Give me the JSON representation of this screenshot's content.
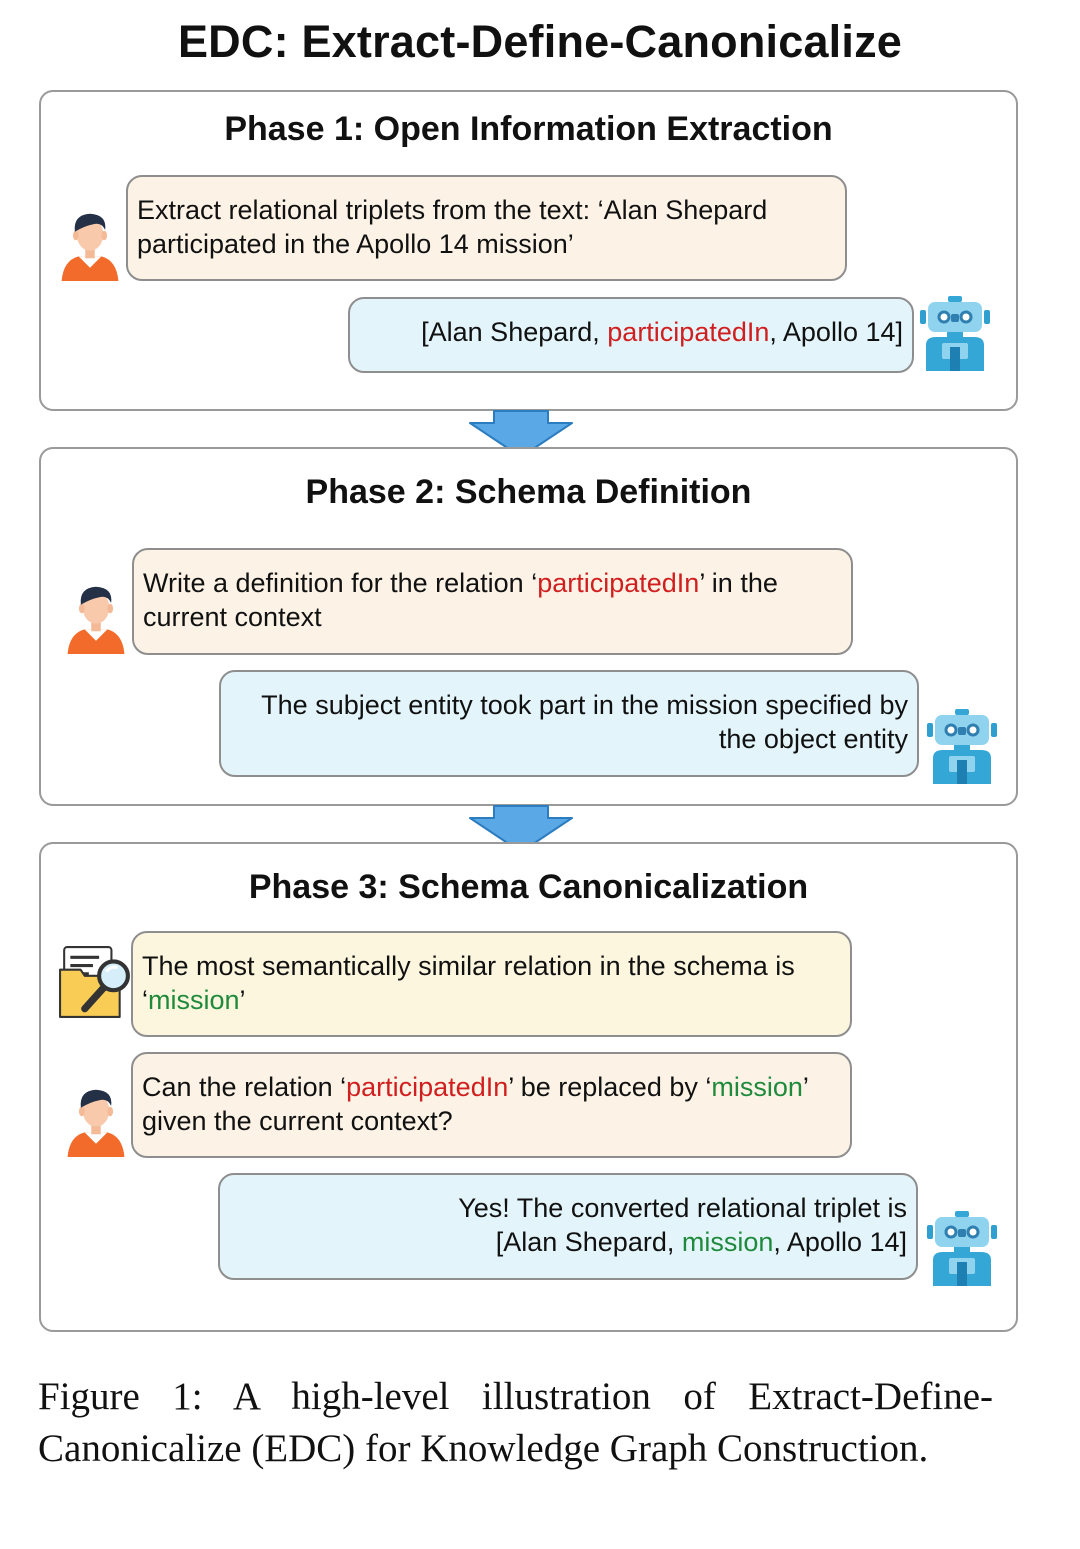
{
  "title": "EDC: Extract-Define-Canonicalize",
  "phase1": {
    "title": "Phase 1: Open Information Extraction",
    "user_msg": "Extract relational triplets from the text: ‘Alan Shepard participated in the Apollo 14 mission’",
    "bot_msg": {
      "pre": "[Alan Shepard, ",
      "rel": "participatedIn",
      "post": ", Apollo 14]"
    }
  },
  "phase2": {
    "title": "Phase 2: Schema Definition",
    "user_msg": {
      "pre": "Write a definition for the relation ‘",
      "rel": "participatedIn",
      "post": "’ in the current context"
    },
    "bot_msg": "The subject entity took part in the mission specified by the object entity"
  },
  "phase3": {
    "title": "Phase 3: Schema Canonicalization",
    "search_msg": {
      "pre": "The most semantically similar relation in the schema is ‘",
      "rel": "mission",
      "post": "’"
    },
    "user_msg": {
      "pre": "Can the relation ‘",
      "rel1": "participatedIn",
      "mid": "’ be replaced by ‘",
      "rel2": "mission",
      "post": "’ given the current context?"
    },
    "bot_msg": {
      "line1": "Yes! The converted relational triplet is",
      "pre": "[Alan Shepard, ",
      "rel": "mission",
      "post": ", Apollo 14]"
    }
  },
  "caption": "Figure 1:  A high-level illustration of Extract-Define-Canonicalize (EDC) for Knowledge Graph Construction.",
  "colors": {
    "relation_old": "#d11f1f",
    "relation_new": "#1f8a3c",
    "user_bubble": "#fcf3e6",
    "bot_bubble": "#e3f5fb",
    "search_bubble": "#fcf6df",
    "arrow": "#5aa9e6"
  },
  "icons": {
    "user": "person-icon",
    "bot": "robot-icon",
    "search": "document-search-icon",
    "flow": "arrow-down-icon"
  }
}
